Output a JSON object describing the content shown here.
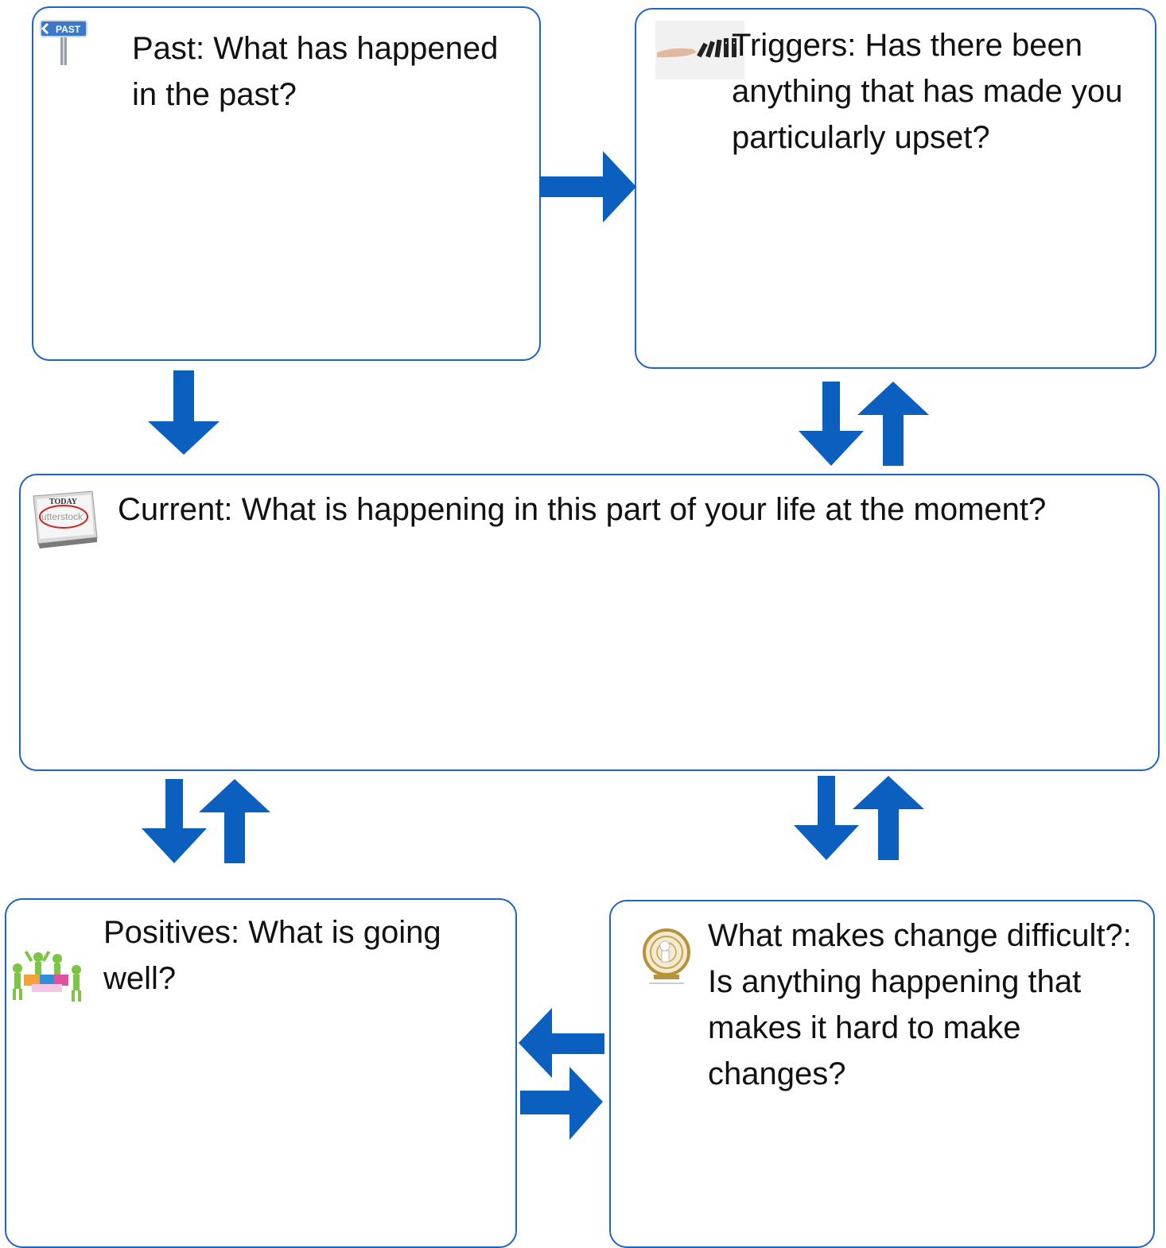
{
  "colors": {
    "arrow": "#0b5fbf",
    "box_border": "#1f63c6",
    "text": "#111111"
  },
  "boxes": {
    "past": {
      "text": "Past: What has happened in the past?",
      "icon": "past-signpost-icon",
      "icon_label": "PAST"
    },
    "triggers": {
      "text": "Triggers: Has there been anything that has made you particularly upset?",
      "icon": "domino-finger-icon"
    },
    "current": {
      "text": "Current: What is happening in this part of your life at the moment?",
      "icon": "today-calendar-icon",
      "icon_label": "TODAY",
      "icon_watermark": "utterstock"
    },
    "positives": {
      "text": "Positives: What is going well?",
      "icon": "people-puzzle-icon"
    },
    "difficult": {
      "text": "What makes change difficult?: Is anything happening that makes it hard to make changes?",
      "icon": "hamster-wheel-icon"
    }
  },
  "arrows": [
    {
      "name": "past-to-triggers-arrow",
      "direction": "right"
    },
    {
      "name": "past-to-current-arrow",
      "direction": "down"
    },
    {
      "name": "triggers-current-arrows",
      "direction": "down-up"
    },
    {
      "name": "current-positives-arrows",
      "direction": "down-up"
    },
    {
      "name": "current-difficult-arrows",
      "direction": "down-up"
    },
    {
      "name": "positives-difficult-arrows",
      "direction": "left-right"
    }
  ]
}
